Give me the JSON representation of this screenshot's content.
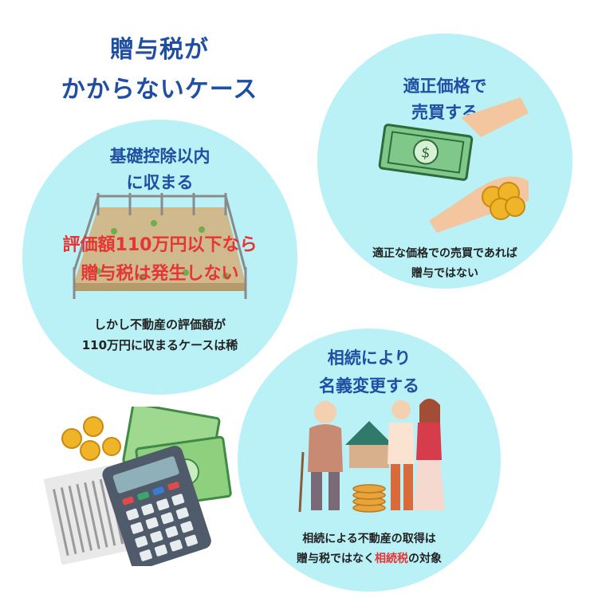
{
  "title": {
    "line1": "贈与税が",
    "line2": "かからないケース"
  },
  "case_basic": {
    "heading_line1": "基礎控除以内",
    "heading_line2": "に収まる",
    "highlight_line1": "評価額110万円以下なら",
    "highlight_line2": "贈与税は発生しない",
    "note_line1": "しかし不動産の評価額が",
    "note_line2": "110万円に収まるケースは稀"
  },
  "case_fair_price": {
    "heading_line1": "適正価格で",
    "heading_line2": "売買する",
    "note_line1": "適正な価格での売買であれば",
    "note_line2": "贈与ではない"
  },
  "case_inheritance": {
    "heading_line1": "相続により",
    "heading_line2": "名義変更する",
    "note_line1": "相続による不動産の取得は",
    "note_line2_part1": "贈与税ではなく",
    "note_line2_highlight": "相続税",
    "note_line2_part2": "の対象"
  },
  "colors": {
    "circle_bg": "#b9f1f6",
    "title_blue": "#1f4ea3",
    "highlight_red": "#e53535"
  },
  "icons": [
    "fenced-field-icon",
    "money-hand-icon",
    "coins-icon",
    "family-house-icon",
    "calculator-icon",
    "banknote-icon",
    "receipt-icon"
  ]
}
